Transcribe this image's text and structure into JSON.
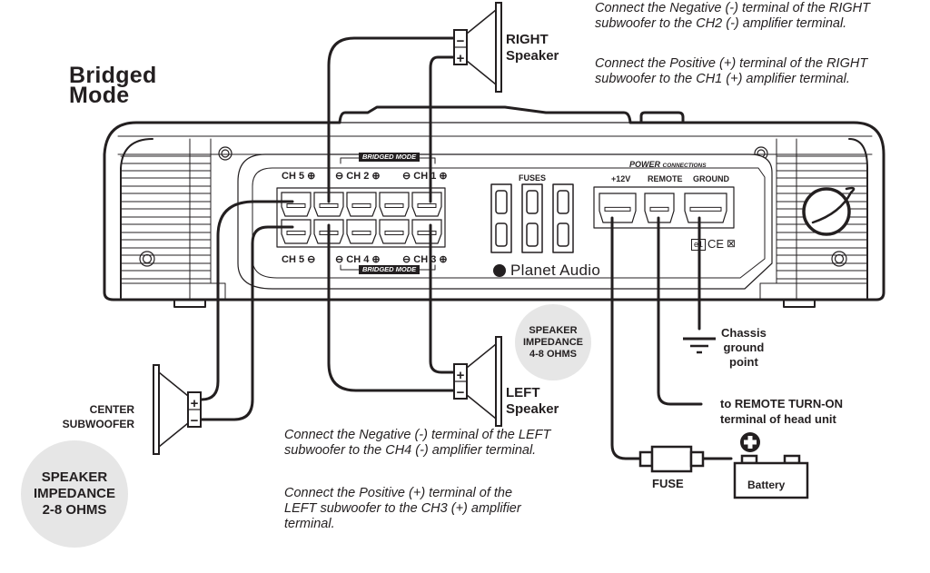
{
  "title": {
    "line1": "Bridged",
    "line2": "Mode"
  },
  "notes": {
    "right_negative": [
      "Connect the Negative (-) terminal of the RIGHT",
      "subwoofer to the CH2 (-) amplifier terminal."
    ],
    "right_positive": [
      "Connect the Positive (+)  terminal of the RIGHT",
      "subwoofer to the CH1 (+) amplifier terminal."
    ],
    "left_negative": [
      "Connect the Negative (-) terminal of the LEFT",
      "subwoofer to the CH4 (-) amplifier terminal."
    ],
    "left_positive": [
      "Connect the Positive (+)  terminal of the",
      "LEFT subwoofer to the CH3 (+) amplifier",
      "terminal."
    ]
  },
  "speakers": {
    "right": {
      "line1": "RIGHT",
      "line2": "Speaker"
    },
    "left": {
      "line1": "LEFT",
      "line2": "Speaker"
    },
    "center": {
      "line1": "CENTER",
      "line2": "SUBWOOFER"
    }
  },
  "impedance_badges": {
    "left_right": [
      "SPEAKER",
      "IMPEDANCE",
      "4-8 OHMS"
    ],
    "center": [
      "SPEAKER",
      "IMPEDANCE",
      "2-8 OHMS"
    ]
  },
  "amplifier": {
    "bridged_mode_label": "BRIDGED MODE",
    "channel_labels": {
      "ch5_top": "CH 5",
      "ch2": "CH 2",
      "ch1": "CH 1",
      "ch5_bottom": "CH 5",
      "ch4": "CH 4",
      "ch3": "CH 3"
    },
    "fuses_label": "FUSES",
    "power_label": "POWER",
    "connections_label": "CONNECTIONS",
    "power_terminals": [
      "+12V",
      "REMOTE",
      "GROUND"
    ],
    "brand": "Planet Audio",
    "cert_marks": {
      "e_mark": "e1",
      "ce": "CE",
      "weee": "weee-bin-icon"
    }
  },
  "wiring": {
    "chassis_ground": [
      "Chassis",
      "ground",
      "point"
    ],
    "remote": [
      "to REMOTE TURN-ON",
      "terminal of head unit"
    ],
    "fuse": "FUSE",
    "battery": "Battery",
    "battery_positive_symbol": "+"
  },
  "colors": {
    "ink": "#231f20",
    "badge_fill": "#e6e6e6",
    "background": "#ffffff"
  }
}
